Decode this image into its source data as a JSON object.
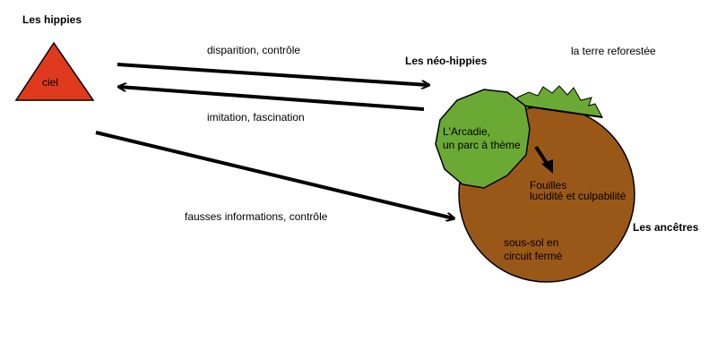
{
  "nodes": {
    "hippies": {
      "title": "Les hippies",
      "inner_label": "ciel",
      "color": "#e03a1e"
    },
    "neo_hippies": {
      "title": "Les néo-hippies"
    },
    "arcadie": {
      "line1": "L'Arcadie,",
      "line2": "un parc à thème",
      "color": "#6aaa34"
    },
    "terre": {
      "label": "la terre reforestée",
      "color": "#6aaa34"
    },
    "ancetres": {
      "title": "Les ancêtres",
      "color": "#9a5818"
    },
    "fouilles": {
      "line1": "Fouilles",
      "line2": "lucidité et culpabilité"
    },
    "sous_sol": {
      "line1": "sous-sol en",
      "line2": "circuit fermé"
    }
  },
  "edges": {
    "top": {
      "label": "disparition, contrôle"
    },
    "middle": {
      "label": "imitation, fascination"
    },
    "bottom": {
      "label": "fausses informations, contrôle"
    }
  },
  "colors": {
    "arrow": "#000000",
    "outline": "#000000"
  }
}
